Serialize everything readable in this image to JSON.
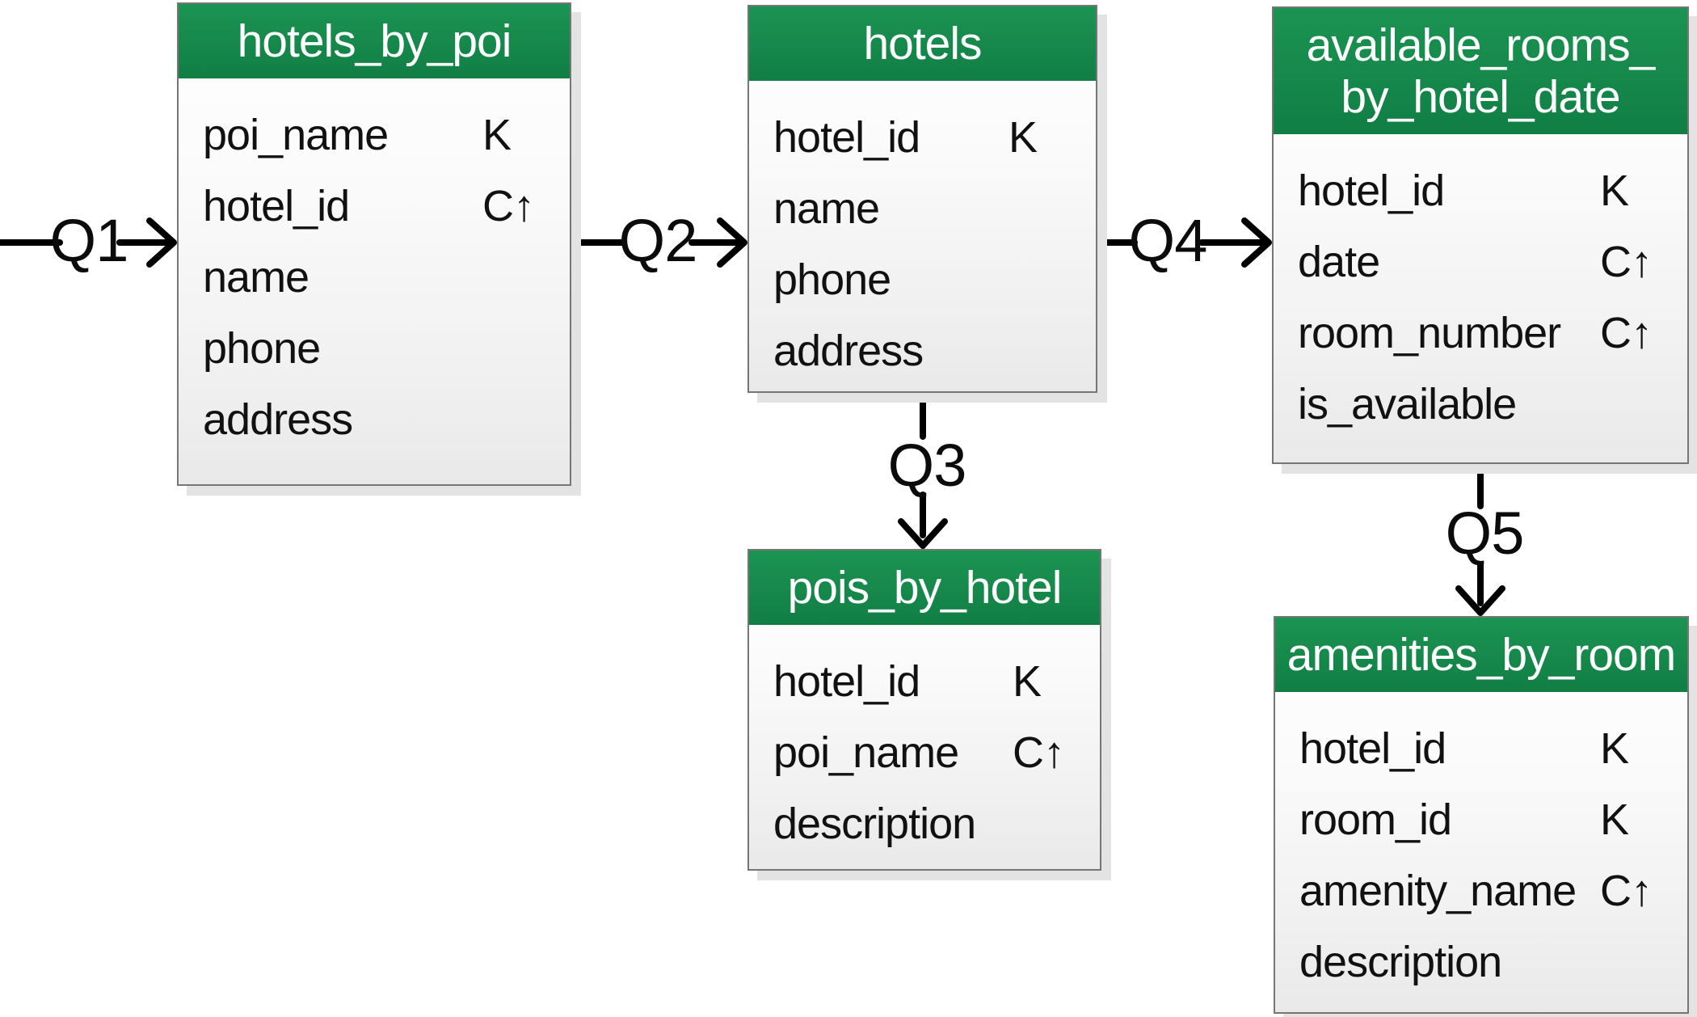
{
  "diagram": {
    "tables": [
      {
        "name": "hotels_by_poi",
        "title_lines": [
          "hotels_by_poi"
        ],
        "fields": [
          {
            "name": "poi_name",
            "key": "K"
          },
          {
            "name": "hotel_id",
            "key": "C↑"
          },
          {
            "name": "name",
            "key": ""
          },
          {
            "name": "phone",
            "key": ""
          },
          {
            "name": "address",
            "key": ""
          }
        ]
      },
      {
        "name": "hotels",
        "title_lines": [
          "hotels"
        ],
        "fields": [
          {
            "name": "hotel_id",
            "key": "K"
          },
          {
            "name": "name",
            "key": ""
          },
          {
            "name": "phone",
            "key": ""
          },
          {
            "name": "address",
            "key": ""
          }
        ]
      },
      {
        "name": "available_rooms_by_hotel_date",
        "title_lines": [
          "available_rooms_",
          "by_hotel_date"
        ],
        "fields": [
          {
            "name": "hotel_id",
            "key": "K"
          },
          {
            "name": "date",
            "key": "C↑"
          },
          {
            "name": "room_number",
            "key": "C↑"
          },
          {
            "name": "is_available",
            "key": ""
          }
        ]
      },
      {
        "name": "pois_by_hotel",
        "title_lines": [
          "pois_by_hotel"
        ],
        "fields": [
          {
            "name": "hotel_id",
            "key": "K"
          },
          {
            "name": "poi_name",
            "key": "C↑"
          },
          {
            "name": "description",
            "key": ""
          }
        ]
      },
      {
        "name": "amenities_by_room",
        "title_lines": [
          "amenities_by_room"
        ],
        "fields": [
          {
            "name": "hotel_id",
            "key": "K"
          },
          {
            "name": "room_id",
            "key": "K"
          },
          {
            "name": "amenity_name",
            "key": "C↑"
          },
          {
            "name": "description",
            "key": ""
          }
        ]
      }
    ],
    "queries": [
      {
        "label": "Q1",
        "to": "hotels_by_poi"
      },
      {
        "label": "Q2",
        "from": "hotels_by_poi",
        "to": "hotels"
      },
      {
        "label": "Q3",
        "from": "hotels",
        "to": "pois_by_hotel"
      },
      {
        "label": "Q4",
        "from": "hotels",
        "to": "available_rooms_by_hotel_date"
      },
      {
        "label": "Q5",
        "from": "available_rooms_by_hotel_date",
        "to": "amenities_by_room"
      }
    ],
    "colors": {
      "header_green": "#1b9452",
      "table_border": "#767676",
      "arrow": "#000000",
      "shadow": "#e3e3e3"
    }
  }
}
